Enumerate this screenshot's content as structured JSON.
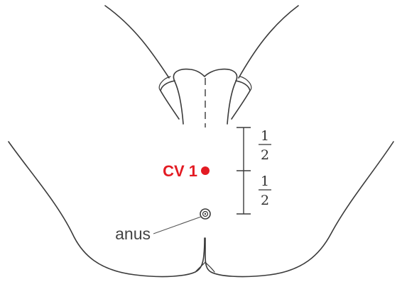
{
  "figure": {
    "point_label": "CV 1",
    "landmark_label": "anus",
    "upper_fraction": {
      "numerator": "1",
      "denominator": "2"
    },
    "lower_fraction": {
      "numerator": "1",
      "denominator": "2"
    }
  },
  "colors": {
    "point": "#e31b23",
    "line": "#3a3a3a",
    "text": "#444444",
    "background": "#ffffff"
  },
  "icons": {
    "acupoint_marker": "filled-red-dot",
    "anus_marker": "concentric-circle"
  }
}
